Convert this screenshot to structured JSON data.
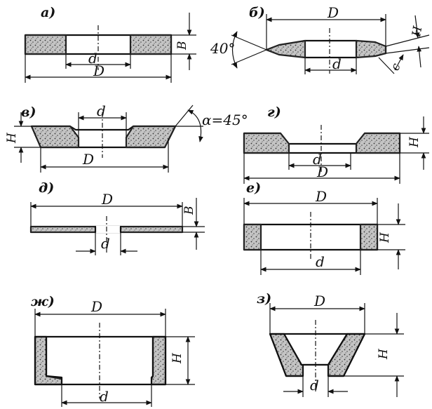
{
  "panels": [
    {
      "key": "a",
      "label": "а)",
      "dims": [
        "d",
        "D",
        "B"
      ]
    },
    {
      "key": "b",
      "label": "б)",
      "dims": [
        "D",
        "d",
        "H",
        "c"
      ],
      "angle": "40°"
    },
    {
      "key": "v",
      "label": "в)",
      "dims": [
        "d",
        "D",
        "H"
      ],
      "angle": "α=45°"
    },
    {
      "key": "g",
      "label": "г)",
      "dims": [
        "d",
        "D",
        "H"
      ]
    },
    {
      "key": "d",
      "label": "д)",
      "dims": [
        "D",
        "d",
        "B"
      ]
    },
    {
      "key": "e",
      "label": "е)",
      "dims": [
        "D",
        "d",
        "H"
      ]
    },
    {
      "key": "zh",
      "label": "ж)",
      "dims": [
        "D",
        "d",
        "H"
      ]
    },
    {
      "key": "z",
      "label": "з)",
      "dims": [
        "D",
        "d",
        "H"
      ]
    }
  ],
  "colors": {
    "ink": "#111111",
    "abrasive_fill": "#bdbdbd",
    "background": "#ffffff"
  }
}
